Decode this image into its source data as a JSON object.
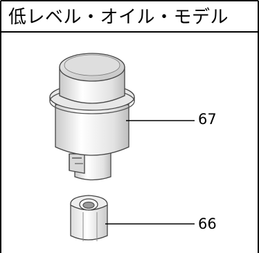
{
  "title": "低レベル・オイル・モデル",
  "parts": [
    {
      "number": "67"
    },
    {
      "number": "66"
    }
  ]
}
